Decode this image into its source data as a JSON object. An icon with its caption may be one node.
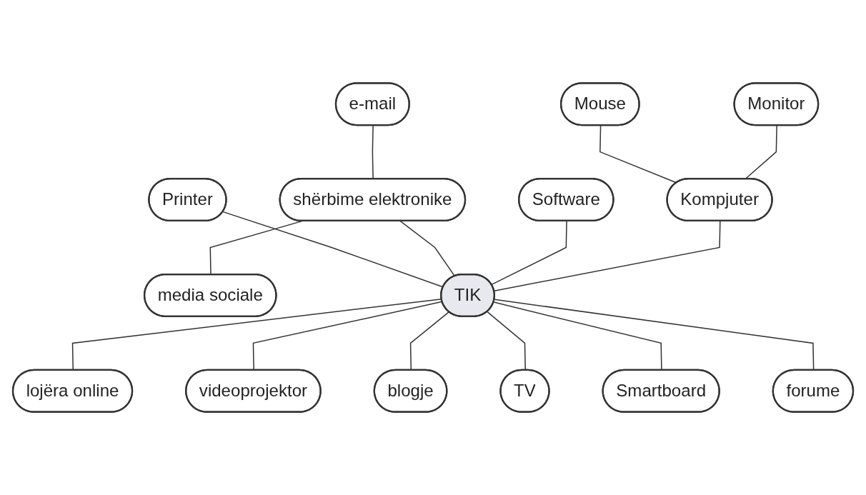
{
  "diagram": {
    "nodes": [
      {
        "text": [
          "Monitor"
        ]
      },
      {
        "text": [
          "Software"
        ]
      },
      {
        "text": [
          "e-mail"
        ]
      },
      {
        "text": [
          "Mouse"
        ]
      },
      {
        "text": [
          "Kompjuter"
        ]
      },
      {
        "text": [
          "shërbime elektronike"
        ]
      },
      {
        "text": [
          "media sociale"
        ]
      },
      {
        "text": [
          "Printer"
        ]
      },
      {
        "text": [
          "TIK"
        ]
      },
      {
        "text": [
          "lojëra online"
        ]
      },
      {
        "text": [
          "videoprojektor"
        ]
      },
      {
        "text": [
          "blogje"
        ]
      },
      {
        "text": [
          "TV"
        ]
      },
      {
        "text": [
          "forume"
        ]
      },
      {
        "text": [
          "Smartboard"
        ]
      }
    ],
    "edges": [
      {
        "from": 0,
        "to": 4,
        "arrow": "none"
      },
      {
        "from": 3,
        "to": 4,
        "arrow": "none"
      },
      {
        "from": 4,
        "to": 8,
        "arrow": "none"
      },
      {
        "from": 1,
        "to": 8,
        "arrow": "none"
      },
      {
        "from": 2,
        "to": 5,
        "arrow": "none"
      },
      {
        "from": 5,
        "to": 6,
        "arrow": "none"
      },
      {
        "from": 5,
        "to": 8,
        "arrow": "none"
      },
      {
        "from": 7,
        "to": 8,
        "arrow": "none"
      },
      {
        "from": 8,
        "to": 9,
        "arrow": "none"
      },
      {
        "from": 8,
        "to": 10,
        "arrow": "none"
      },
      {
        "from": 8,
        "to": 11,
        "arrow": "none"
      },
      {
        "from": 8,
        "to": 12,
        "arrow": "none"
      },
      {
        "from": 8,
        "to": 14,
        "arrow": "none"
      },
      {
        "from": 8,
        "to": 13,
        "arrow": "none"
      }
    ]
  }
}
